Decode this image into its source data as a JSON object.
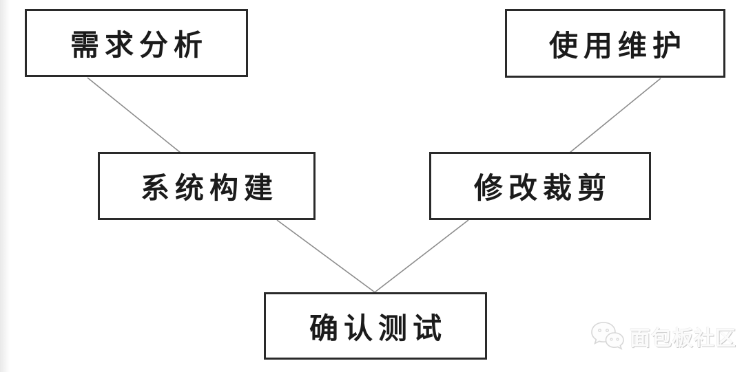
{
  "diagram": {
    "type": "flowchart",
    "description": "Five-box V-shaped software lifecycle flow connected by plain gray lines",
    "nodes": [
      {
        "id": "requirements-analysis",
        "label": "需求分析"
      },
      {
        "id": "usage-maintenance",
        "label": "使用维护"
      },
      {
        "id": "system-construction",
        "label": "系统构建"
      },
      {
        "id": "modification-tailoring",
        "label": "修改裁剪"
      },
      {
        "id": "confirmation-testing",
        "label": "确认测试"
      }
    ],
    "edges": [
      {
        "from": "requirements-analysis",
        "to": "system-construction"
      },
      {
        "from": "usage-maintenance",
        "to": "modification-tailoring"
      },
      {
        "from": "system-construction",
        "to": "confirmation-testing"
      },
      {
        "from": "modification-tailoring",
        "to": "confirmation-testing"
      }
    ]
  },
  "watermark": {
    "text": "面包板社区",
    "logo_icon": "chat-bubbles-icon"
  },
  "colors": {
    "background": "#ffffff",
    "box_border": "#2a2a2a",
    "box_fill": "#ffffff",
    "box_text": "#1b1b1b",
    "connector": "#8c8c8c",
    "watermark_text": "#fbfbfb",
    "watermark_shadow": "#c9c9c9"
  }
}
